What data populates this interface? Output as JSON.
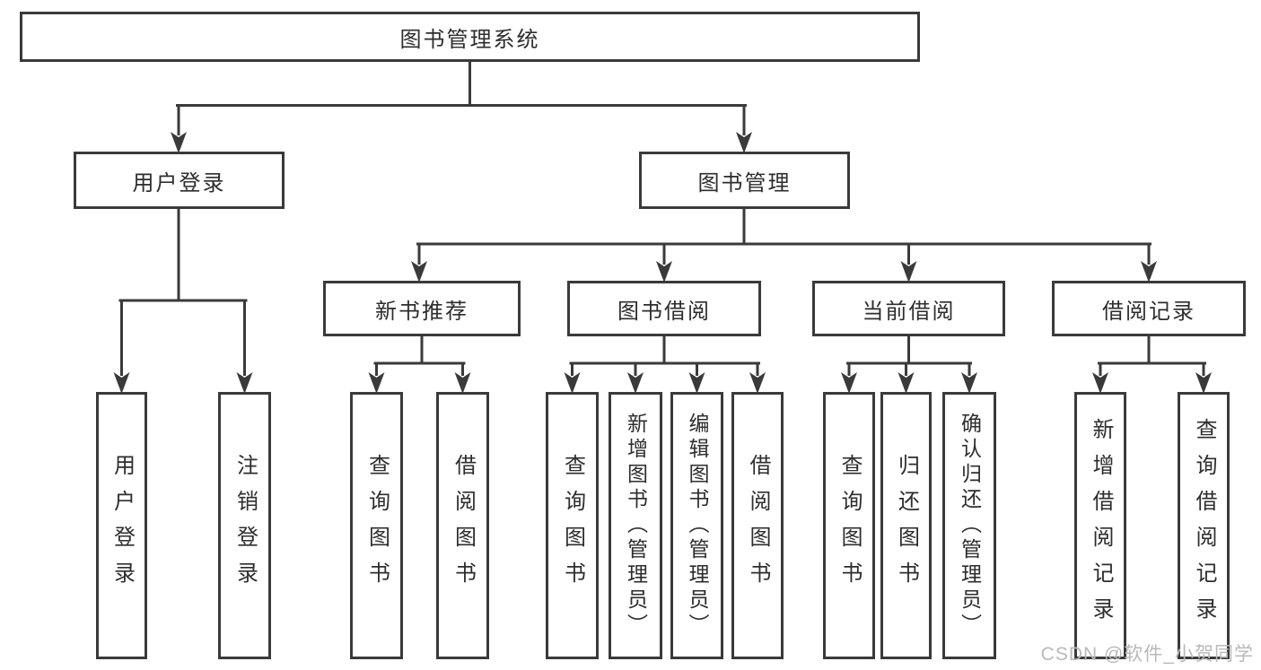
{
  "title": "图书管理系统",
  "colors": {
    "line": "#3a3a3a",
    "text": "#2d2d2d",
    "background": "#ffffff",
    "watermark": "#b9b9b9"
  },
  "nodes": {
    "root": "图书管理系统",
    "user_login": "用户登录",
    "book_management": "图书管理",
    "new_book_recommendation": "新书推荐",
    "book_borrowing": "图书借阅",
    "current_borrowing": "当前借阅",
    "borrowing_records": "借阅记录",
    "leaf_user_login": "用户登录",
    "leaf_logout": "注销登录",
    "leaf_query_books_recommend": "查询图书",
    "leaf_borrow_books_recommend": "借阅图书",
    "leaf_query_books_borrow": "查询图书",
    "leaf_add_books_admin": "新增图书（管理员）",
    "leaf_edit_books_admin": "编辑图书（管理员）",
    "leaf_borrow_books_borrow": "借阅图书",
    "leaf_query_books_current": "查询图书",
    "leaf_return_books": "归还图书",
    "leaf_confirm_return_admin": "确认归还（管理员）",
    "leaf_add_borrow_record": "新增借阅记录",
    "leaf_query_borrow_record": "查询借阅记录"
  },
  "watermark": "CSDN @软件_小贺同学"
}
